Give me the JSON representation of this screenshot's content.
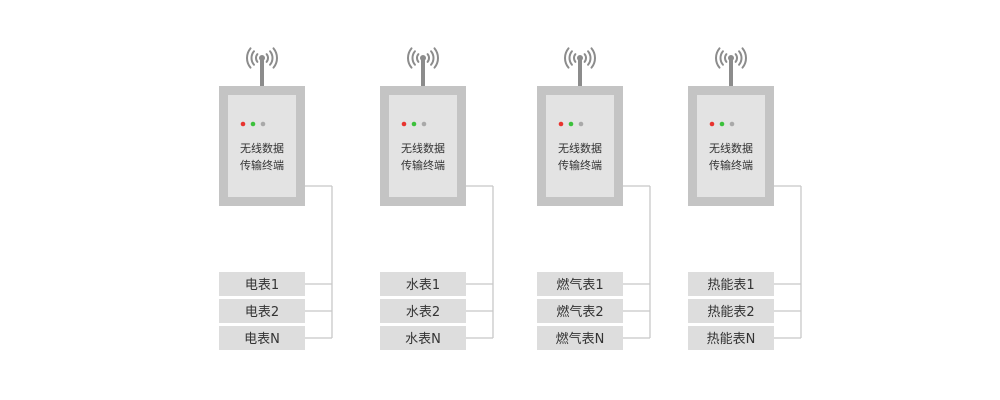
{
  "terminal": {
    "label_line1": "无线数据",
    "label_line2": "传输终端"
  },
  "colors": {
    "frame": "#c4c4c4",
    "screen": "#e3e3e3",
    "box": "#dddddd",
    "line": "#c8c8c8",
    "antenna": "#8c8c8c",
    "led_red": "#e8342f",
    "led_green": "#3cc13c",
    "led_gray": "#a9a9a9"
  },
  "groups": [
    {
      "meters": [
        "电表1",
        "电表2",
        "电表N"
      ]
    },
    {
      "meters": [
        "水表1",
        "水表2",
        "水表N"
      ]
    },
    {
      "meters": [
        "燃气表1",
        "燃气表2",
        "燃气表N"
      ]
    },
    {
      "meters": [
        "热能表1",
        "热能表2",
        "热能表N"
      ]
    }
  ]
}
